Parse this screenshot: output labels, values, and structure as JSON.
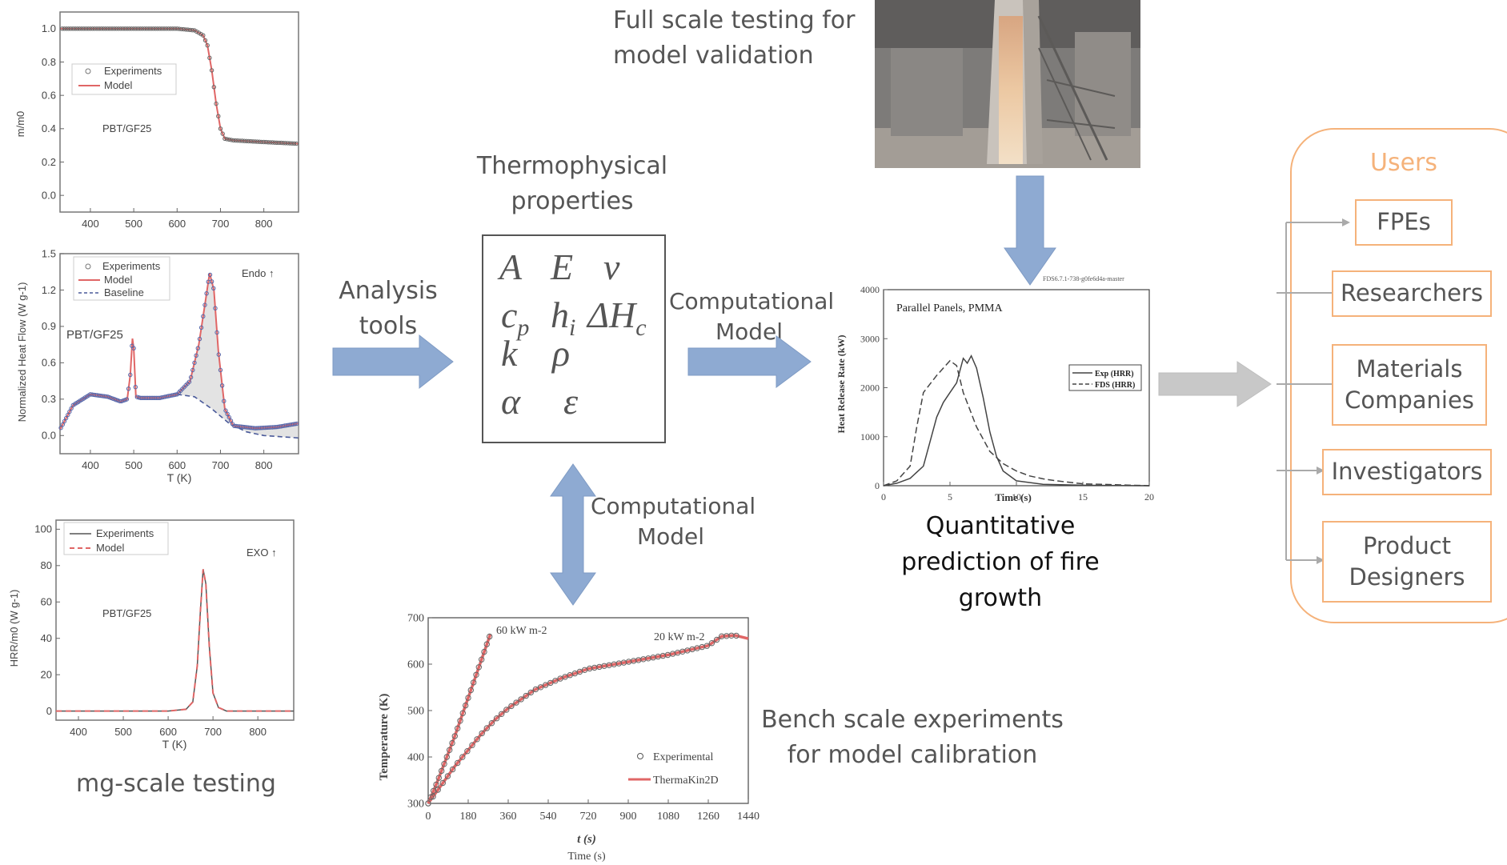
{
  "labels": {
    "full_scale_line1": "Full scale testing for",
    "full_scale_line2": "model validation",
    "thermo_line1": "Thermophysical",
    "thermo_line2": "properties",
    "analysis_line1": "Analysis",
    "analysis_line2": "tools",
    "computational_model_1_line1": "Computational",
    "computational_model_1_line2": "Model",
    "computational_model_2_line1": "Computational",
    "computational_model_2_line2": "Model",
    "quantitative_line1": "Quantitative",
    "quantitative_line2": "prediction of fire",
    "quantitative_line3": "growth",
    "bench_line1": "Bench scale experiments",
    "bench_line2": "for model calibration",
    "mg_scale": "mg-scale testing"
  },
  "properties": {
    "A": "A",
    "E": "E",
    "nu": "ν",
    "cp_base": "c",
    "cp_sub": "p",
    "h_base": "h",
    "h_sub": "i",
    "dH_base": "ΔH",
    "dH_sub": "c",
    "k": "k",
    "rho": "ρ",
    "alpha": "α",
    "eps": "ε"
  },
  "users": {
    "title": "Users",
    "items": [
      "FPEs",
      "Researchers",
      "Materials Companies",
      "Investigators",
      "Product Designers"
    ]
  },
  "colors": {
    "arrow_blue": "#8eaad2",
    "arrow_gray": "#c8c8c8",
    "users_orange": "#f5b27a",
    "model_red": "#e06666"
  },
  "chart_data": [
    {
      "type": "line",
      "ylabel": "m/m0",
      "annotation": "PBT/GF25",
      "legend": [
        "Experiments",
        "Model"
      ],
      "xlim": [
        330,
        880
      ],
      "ylim": [
        -0.1,
        1.1
      ],
      "xticks": [
        400,
        500,
        600,
        700,
        800
      ],
      "yticks": [
        0.0,
        0.2,
        0.4,
        0.6,
        0.8,
        1.0
      ],
      "ytick_labels": [
        "0.0",
        "0.2",
        "0.4",
        "0.6",
        "0.8",
        "1.0"
      ],
      "series": [
        {
          "name": "Model",
          "x": [
            330,
            600,
            640,
            660,
            670,
            680,
            690,
            700,
            710,
            730,
            800,
            880
          ],
          "y": [
            1.0,
            1.0,
            0.99,
            0.96,
            0.9,
            0.75,
            0.55,
            0.4,
            0.34,
            0.33,
            0.32,
            0.31
          ]
        }
      ]
    },
    {
      "type": "line",
      "ylabel": "Normalized Heat Flow (W g-1)",
      "xlabel": "T (K)",
      "annotation": "PBT/GF25",
      "corner_note": "Endo ↑",
      "legend": [
        "Experiments",
        "Model",
        "Baseline"
      ],
      "xlim": [
        330,
        880
      ],
      "ylim": [
        -0.15,
        1.5
      ],
      "xticks": [
        400,
        500,
        600,
        700,
        800
      ],
      "yticks": [
        0.0,
        0.3,
        0.6,
        0.9,
        1.2,
        1.5
      ],
      "ytick_labels": [
        "0.0",
        "0.3",
        "0.6",
        "0.9",
        "1.2",
        "1.5"
      ],
      "series": [
        {
          "name": "Model",
          "x": [
            330,
            360,
            400,
            440,
            470,
            485,
            492,
            497,
            500,
            505,
            515,
            560,
            600,
            630,
            650,
            665,
            675,
            685,
            695,
            710,
            730,
            780,
            830,
            880
          ],
          "y": [
            0.05,
            0.25,
            0.34,
            0.32,
            0.28,
            0.3,
            0.5,
            0.8,
            0.72,
            0.32,
            0.31,
            0.31,
            0.34,
            0.45,
            0.75,
            1.1,
            1.34,
            1.2,
            0.7,
            0.22,
            0.08,
            0.06,
            0.07,
            0.1
          ]
        },
        {
          "name": "Baseline",
          "x": [
            600,
            640,
            680,
            720,
            760,
            800,
            880
          ],
          "y": [
            0.34,
            0.32,
            0.22,
            0.1,
            0.03,
            0.0,
            -0.02
          ]
        }
      ]
    },
    {
      "type": "line",
      "ylabel": "HRR/m0 (W g-1)",
      "xlabel": "T (K)",
      "annotation": "PBT/GF25",
      "corner_note": "EXO ↑",
      "legend": [
        "Experiments",
        "Model"
      ],
      "xlim": [
        350,
        880
      ],
      "ylim": [
        -5,
        105
      ],
      "xticks": [
        400,
        500,
        600,
        700,
        800
      ],
      "yticks": [
        0,
        20,
        40,
        60,
        80,
        100
      ],
      "ytick_labels": [
        "0",
        "20",
        "40",
        "60",
        "80",
        "100"
      ],
      "series": [
        {
          "name": "Model",
          "x": [
            350,
            600,
            640,
            655,
            665,
            672,
            678,
            684,
            692,
            700,
            712,
            730,
            880
          ],
          "y": [
            0,
            0,
            1,
            5,
            25,
            55,
            78,
            70,
            35,
            10,
            2,
            0,
            0
          ]
        }
      ]
    },
    {
      "type": "line",
      "title": "Parallel Panels, PMMA",
      "header_note": "FDS6.7.1-738-g0fe6d4a-master",
      "xlabel": "Time (s)",
      "ylabel": "Heat Release Rate (kW)",
      "xlim": [
        0,
        20
      ],
      "ylim": [
        0,
        4000
      ],
      "xticks": [
        0,
        5,
        10,
        15,
        20
      ],
      "yticks": [
        0,
        1000,
        2000,
        3000,
        4000
      ],
      "ytick_labels": [
        "0",
        "1000",
        "2000",
        "3000",
        "4000"
      ],
      "series": [
        {
          "name": "Exp (HRR)",
          "x": [
            0,
            1,
            2,
            3,
            3.5,
            4,
            4.5,
            5,
            5.5,
            6,
            6.3,
            6.6,
            7,
            7.5,
            8,
            8.5,
            9,
            10,
            12,
            15,
            20
          ],
          "y": [
            0,
            50,
            150,
            400,
            900,
            1400,
            1700,
            1900,
            2100,
            2600,
            2500,
            2650,
            2400,
            1800,
            1100,
            600,
            300,
            100,
            30,
            10,
            0
          ]
        },
        {
          "name": "FDS (HRR)",
          "x": [
            0,
            1,
            2,
            2.5,
            3,
            4,
            5,
            5.5,
            6,
            7,
            8,
            9,
            10,
            11,
            12,
            13,
            15,
            20
          ],
          "y": [
            0,
            100,
            400,
            1200,
            1900,
            2250,
            2550,
            2450,
            1900,
            1200,
            700,
            450,
            300,
            200,
            140,
            100,
            40,
            0
          ]
        }
      ]
    },
    {
      "type": "scatter",
      "xlabel": "t (s)",
      "xlabel2": "Time (s)",
      "ylabel": "Temperature (K)",
      "xlim": [
        0,
        1440
      ],
      "ylim": [
        300,
        700
      ],
      "xticks": [
        0,
        180,
        360,
        540,
        720,
        900,
        1080,
        1260,
        1440
      ],
      "yticks": [
        300,
        400,
        500,
        600,
        700
      ],
      "ytick_labels": [
        "300",
        "400",
        "500",
        "600",
        "700"
      ],
      "annotations": [
        "60 kW m-2",
        "20 kW m-2"
      ],
      "legend": [
        "Experimental",
        "ThermaKin2D"
      ],
      "series": [
        {
          "name": "60 kW m-2",
          "x": [
            0,
            40,
            80,
            120,
            160,
            200,
            240,
            280
          ],
          "y": [
            300,
            345,
            395,
            445,
            500,
            555,
            610,
            665
          ]
        },
        {
          "name": "20 kW m-2",
          "x": [
            0,
            60,
            120,
            180,
            240,
            300,
            360,
            480,
            600,
            720,
            900,
            1080,
            1260,
            1320,
            1380,
            1440
          ],
          "y": [
            300,
            340,
            380,
            415,
            450,
            480,
            505,
            545,
            570,
            590,
            605,
            620,
            640,
            660,
            662,
            655
          ]
        }
      ]
    }
  ]
}
